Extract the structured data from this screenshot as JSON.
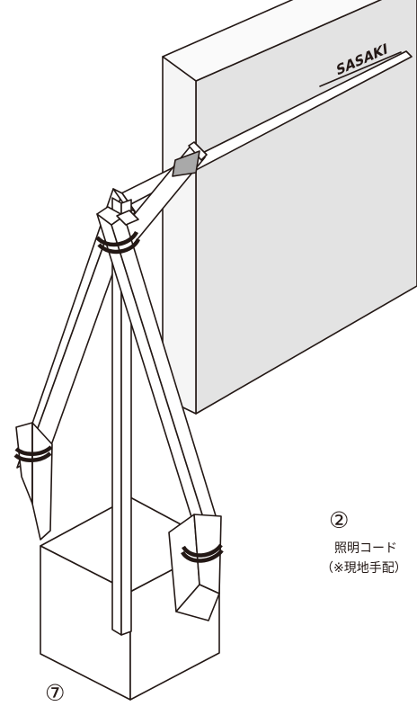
{
  "labels": {
    "part_number_cord": "②",
    "cord_caption_line1": "照明コード",
    "cord_caption_line2": "（※現地手配）",
    "part_number_base": "⑦"
  },
  "sign_logo_text": "SASAKI",
  "colors": {
    "line": "#231815",
    "sign_face": "#e3e3e3",
    "sign_side": "#f5f5f5",
    "tape": "#a9a9a9",
    "band": "#231815",
    "background": "#ffffff"
  }
}
